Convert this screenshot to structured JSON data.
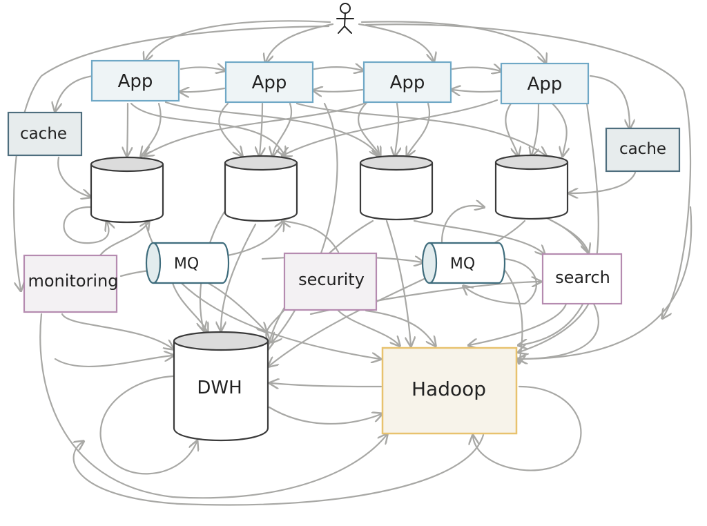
{
  "diagram": {
    "apps": [
      "App",
      "App",
      "App",
      "App"
    ],
    "caches": [
      "cache",
      "cache"
    ],
    "monitoring": "monitoring",
    "mq": [
      "MQ",
      "MQ"
    ],
    "security": "security",
    "search": "search",
    "dwh": "DWH",
    "hadoop": "Hadoop"
  },
  "colors": {
    "app_border": "#6fa8c6",
    "cache_border": "#4e6e7e",
    "service_border": "#b58bb0",
    "hadoop_border": "#e8c26e",
    "connector": "#a8a8a5"
  }
}
